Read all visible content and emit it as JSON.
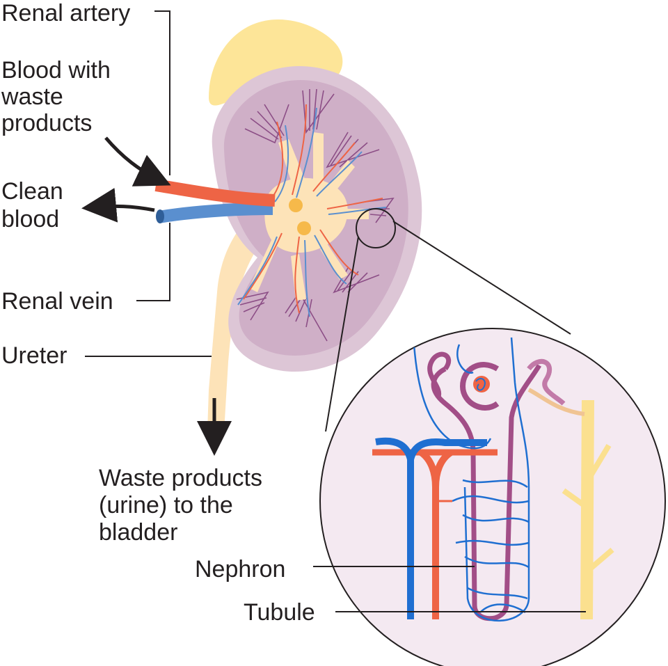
{
  "labels": {
    "renal_artery": "Renal artery",
    "blood_waste": [
      "Blood with",
      "waste",
      "products"
    ],
    "clean_blood": [
      "Clean",
      "blood"
    ],
    "renal_vein": "Renal vein",
    "ureter": "Ureter",
    "waste_urine": [
      "Waste products",
      "(urine) to the",
      "bladder"
    ],
    "nephron": "Nephron",
    "tubule": "Tubule"
  },
  "colors": {
    "adrenal": "#fde598",
    "kidney_capsule": "#ddc6d6",
    "kidney_cortex": "#cfafc7",
    "pelvis": "#fde3b8",
    "artery": "#ee6445",
    "vein": "#5a8fcf",
    "pyramid": "#8c4e86",
    "ureter": "#fde3b8",
    "inset_bg": "#f4e9f1",
    "capillary": "#1f6fd1",
    "tubule_loop": "#a24e87",
    "collecting_duct": "#fbe08f",
    "text": "#231f20"
  }
}
